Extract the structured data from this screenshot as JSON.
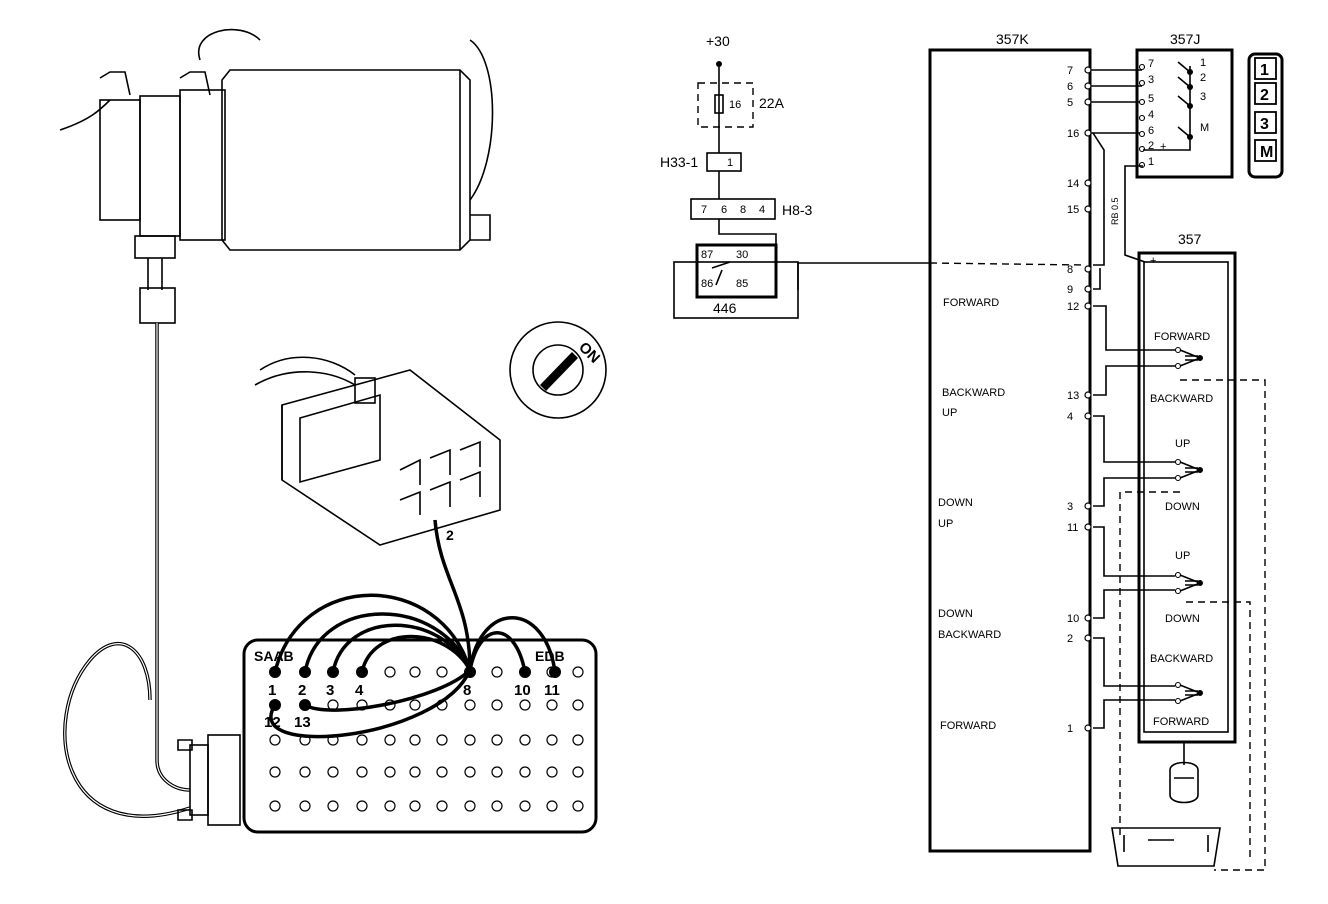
{
  "supply": {
    "label": "+30"
  },
  "fuse": {
    "number": "16",
    "label": "22A"
  },
  "connector_h33": {
    "label": "H33-1",
    "pin": "1"
  },
  "connector_h8": {
    "label": "H8-3",
    "pins": [
      "7",
      "6",
      "8",
      "4"
    ]
  },
  "relay": {
    "label": "446",
    "pins": {
      "p87": "87",
      "p30": "30",
      "p86": "86",
      "p85": "85"
    }
  },
  "module_357k": {
    "label": "357K",
    "pins": [
      "7",
      "6",
      "5",
      "16",
      "14",
      "15",
      "8",
      "9",
      "12",
      "13",
      "4",
      "3",
      "11",
      "10",
      "2",
      "1"
    ],
    "texts": [
      "FORWARD",
      "BACKWARD",
      "UP",
      "DOWN",
      "UP",
      "DOWN",
      "BACKWARD",
      "FORWARD"
    ]
  },
  "memory_switch_357j": {
    "label": "357J",
    "left_pins": [
      "7",
      "3",
      "5",
      "4",
      "6",
      "2",
      "1"
    ],
    "right_labels": [
      "1",
      "2",
      "3",
      "M"
    ],
    "plus": "+",
    "wire_code": "RB 0.5"
  },
  "buttons": [
    "1",
    "2",
    "3",
    "M"
  ],
  "control_357": {
    "label": "357",
    "plus": "+",
    "texts": [
      "FORWARD",
      "BACKWARD",
      "UP",
      "DOWN",
      "UP",
      "DOWN",
      "BACKWARD",
      "FORWARD"
    ]
  },
  "ignition": {
    "label": "ON"
  },
  "plug": {
    "pin": "2"
  },
  "test_box": {
    "brand_left": "SAAB",
    "brand_right": "EDB",
    "pins": [
      "1",
      "2",
      "3",
      "4",
      "8",
      "10",
      "11",
      "12",
      "13"
    ]
  }
}
